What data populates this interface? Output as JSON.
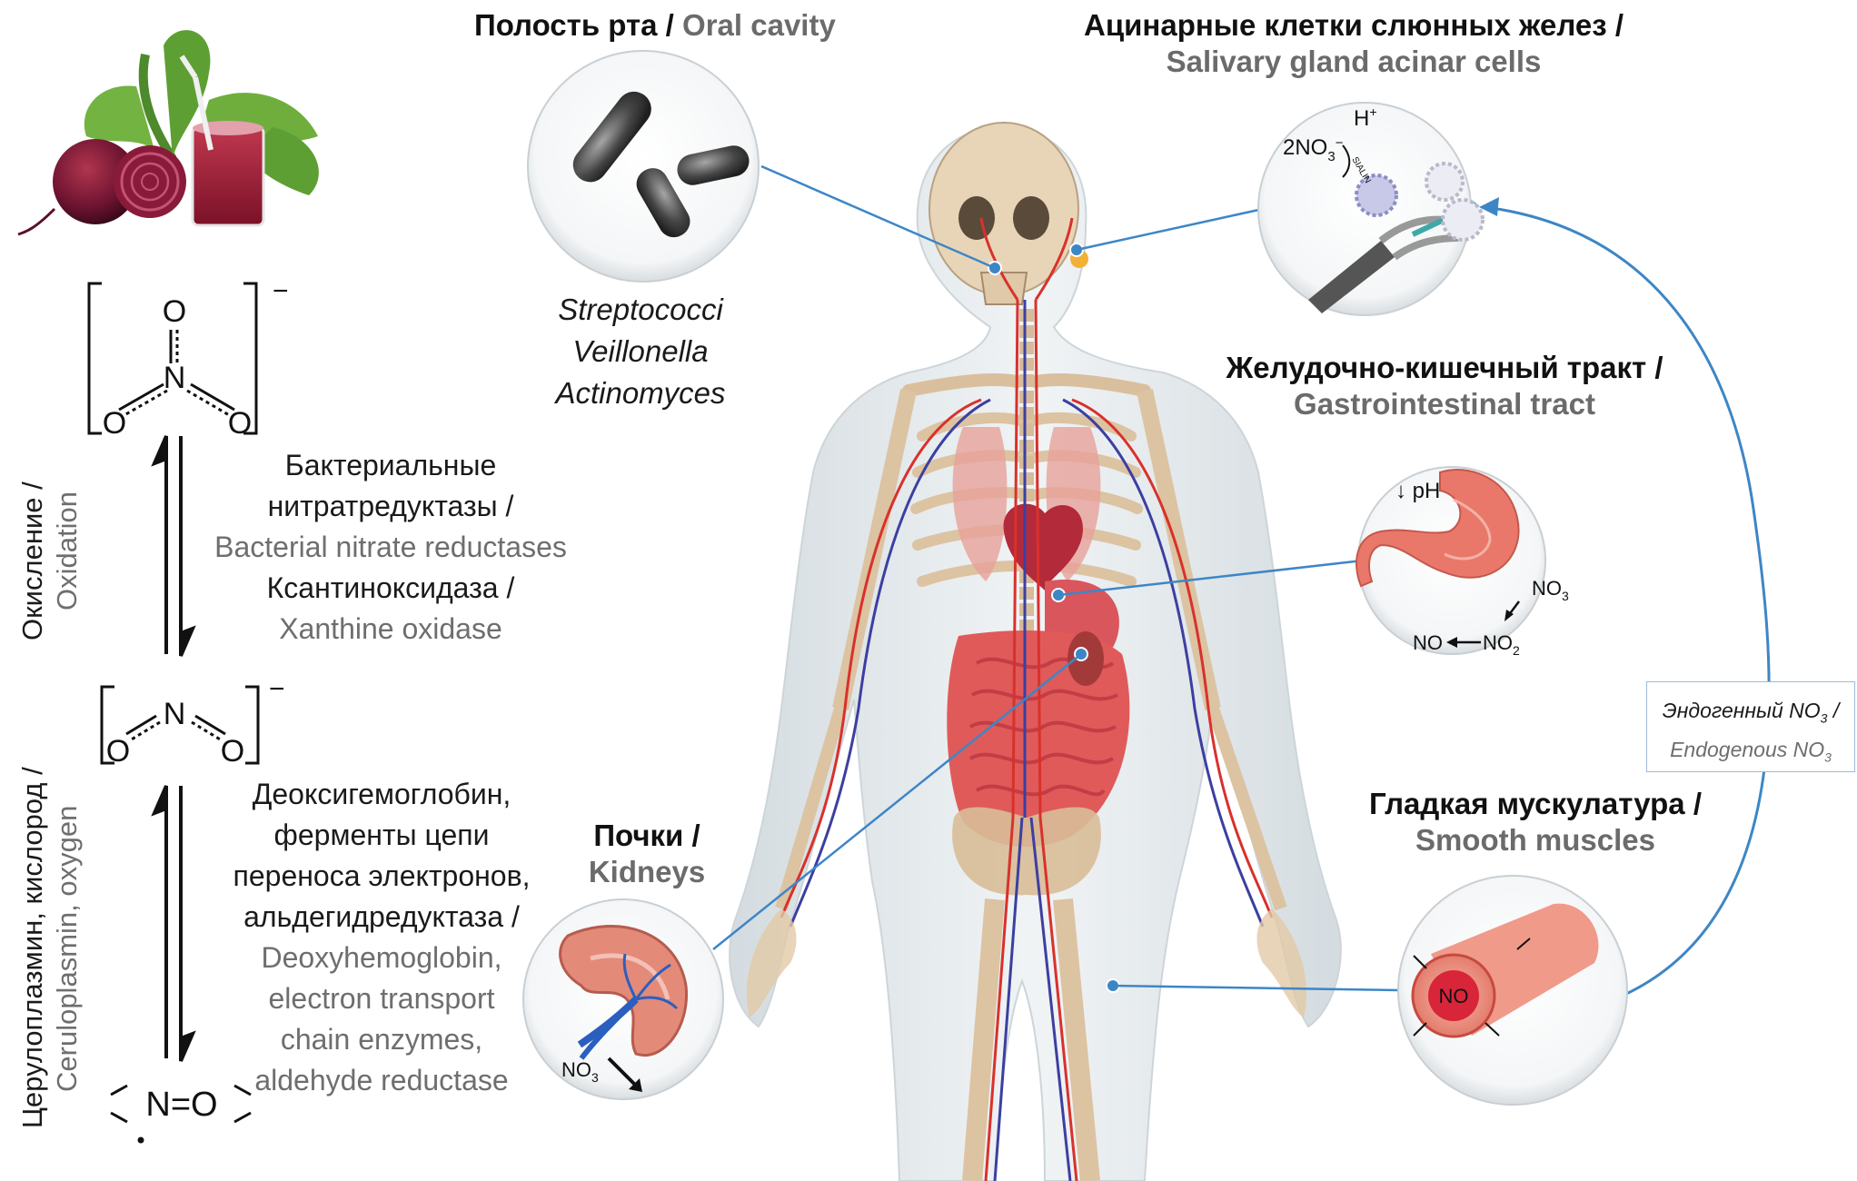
{
  "organs": {
    "oral": {
      "ru": "Полость рта",
      "en": "Oral cavity"
    },
    "salivary": {
      "ru": "Ацинарные клетки слюнных желез",
      "en": "Salivary gland acinar cells"
    },
    "gi": {
      "ru": "Желудочно-кишечный тракт",
      "en": "Gastrointestinal tract"
    },
    "smooth": {
      "ru": "Гладкая мускулатура",
      "en": "Smooth muscles"
    },
    "kidneys": {
      "ru": "Почки",
      "en": "Kidneys"
    }
  },
  "separator": " / ",
  "bacteria": [
    "Streptococci",
    "Veillonella",
    "Actinomyces"
  ],
  "reaction1": {
    "lines": [
      {
        "text": "Бактериальные",
        "lang": "ru"
      },
      {
        "text": "нитратредуктазы /",
        "lang": "ru"
      },
      {
        "text": "Bacterial nitrate reductases",
        "lang": "en"
      },
      {
        "text": "Ксантиноксидаза /",
        "lang": "ru"
      },
      {
        "text": "Xanthine oxidase",
        "lang": "en"
      }
    ]
  },
  "reaction2": {
    "lines": [
      {
        "text": "Деоксигемоглобин,",
        "lang": "ru"
      },
      {
        "text": "ферменты цепи",
        "lang": "ru"
      },
      {
        "text": "переноса электронов,",
        "lang": "ru"
      },
      {
        "text": "альдегидредуктаза /",
        "lang": "ru"
      },
      {
        "text": "Deoxyhemoglobin,",
        "lang": "en"
      },
      {
        "text": "electron transport",
        "lang": "en"
      },
      {
        "text": "chain enzymes,",
        "lang": "en"
      },
      {
        "text": "aldehyde reductase",
        "lang": "en"
      }
    ]
  },
  "oxidation": {
    "ru": "Окисление /",
    "en": "Oxidation"
  },
  "reduction": {
    "ru": "Церулоплазмин, кислород /",
    "en": "Ceruloplasmin, oxygen"
  },
  "endogenous": {
    "ru": "Эндогенный NO",
    "ru_sub": "3",
    "ru_tail": " /",
    "en": "Endogenous NO",
    "en_sub": "3"
  },
  "chem": {
    "nitrate_O": "O",
    "nitrate_N": "N",
    "nitrate_charge": "−",
    "nitrite_O": "O",
    "nitrite_N": "N",
    "nitrite_charge": "−",
    "no": "N=O"
  },
  "insets": {
    "salivary_h": "H",
    "salivary_h_sup": "+",
    "salivary_no3": "2NO",
    "salivary_sub": "3",
    "salivary_charge": "−",
    "gi_ph": "↓ pH",
    "gi_no3": "NO",
    "gi_no3_sub": "3",
    "gi_no2": "NO",
    "gi_no2_sub": "2",
    "gi_no": "NO",
    "smooth_no": "NO",
    "kidney_no3": "NO",
    "kidney_no3_sub": "3"
  },
  "colors": {
    "line": "#3d86c6",
    "artery": "#d9312b",
    "vein": "#3c3fa0",
    "bone": "#ead9c1",
    "body_glass": "#dfe6ea"
  }
}
